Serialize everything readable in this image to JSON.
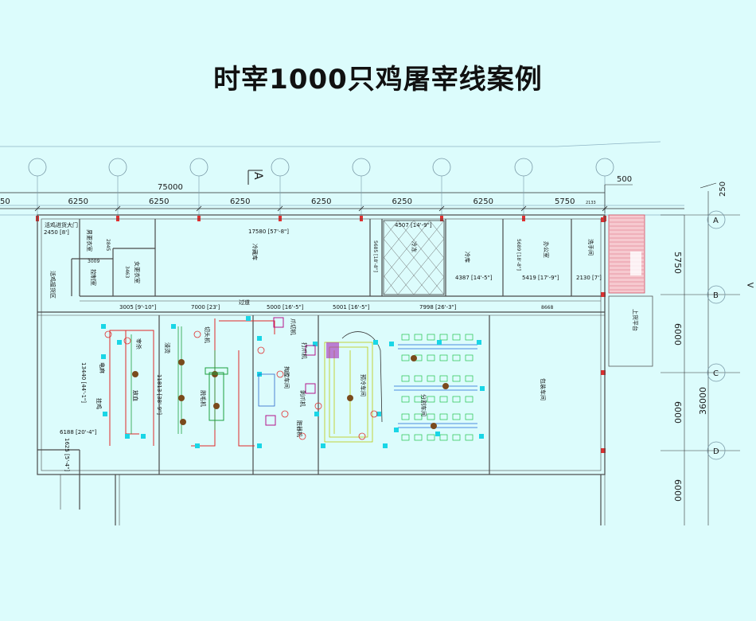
{
  "title": "时宰1000只鸡屠宰线案例",
  "top_dims": {
    "total": "75000",
    "edge_left": "50",
    "spans": [
      "6250",
      "6250",
      "6250",
      "6250",
      "6250",
      "6250",
      "5750"
    ],
    "small_a": "2133",
    "small_b": "500",
    "right_corner": "250"
  },
  "section_mark": "A",
  "axis_bubbles": [
    "A",
    "B",
    "C",
    "D"
  ],
  "right_dims": [
    "5750",
    "6000",
    "6000",
    "6000"
  ],
  "right_total": "36000",
  "room_labels": {
    "live_bird_gate": "活鸡进货大门",
    "gate_dim": "2450 [8']",
    "live_bird_area": "活鸡接货区",
    "male_changing": "男更衣室",
    "female_changing": "女更衣室",
    "control_room": "控制室",
    "dim_3009": "3009",
    "dim_2845": "2845",
    "dim_3463": "3463",
    "cold_storage": "冷藏库",
    "dim_17580": "17580 [57'-8\"]",
    "dim_4507": "4507 [14'-9\"]",
    "dim_5685": "5685 [18'-8\"]",
    "freezer": "冷冻",
    "chiller": "冷库",
    "dim_4387": "4387 [14'-5\"]",
    "dim_5419": "5419 [17'-9\"]",
    "dim_5689": "5689 [18'-8\"]",
    "dim_2130": "2130 [7']",
    "office": "办公室",
    "wash_room": "洗手间",
    "loading_platform": "上货平台",
    "corridor": "过道",
    "dim_3005": "3005 [9'-10\"]",
    "dim_7000": "7000 [23']",
    "dim_5000": "5000 [16'-5\"]",
    "dim_5001": "5001 [16'-5\"]",
    "dim_7998": "7998 [26'-3\"]",
    "dim_8668": "8668",
    "dim_13440": "13440 [44'-1\"]",
    "dim_11813": "11813 [38'-9\"]",
    "dim_6188": "6188 [20'-4\"]",
    "dim_1625": "1625 [5'-4\"]",
    "stun": "电麻",
    "hang": "挂鸡",
    "bleed": "放血",
    "kill": "宰杀",
    "scald": "浸烫",
    "defeather": "脱毛机",
    "head_cut": "切头机",
    "evisc": "掏膛车间",
    "beat_machine": "打爪机",
    "feet": "爪切机",
    "claw_peel": "剥爪机",
    "offal": "脏器机",
    "precool": "预冷车间",
    "cutting": "分割车间",
    "packing": "包装车间"
  }
}
